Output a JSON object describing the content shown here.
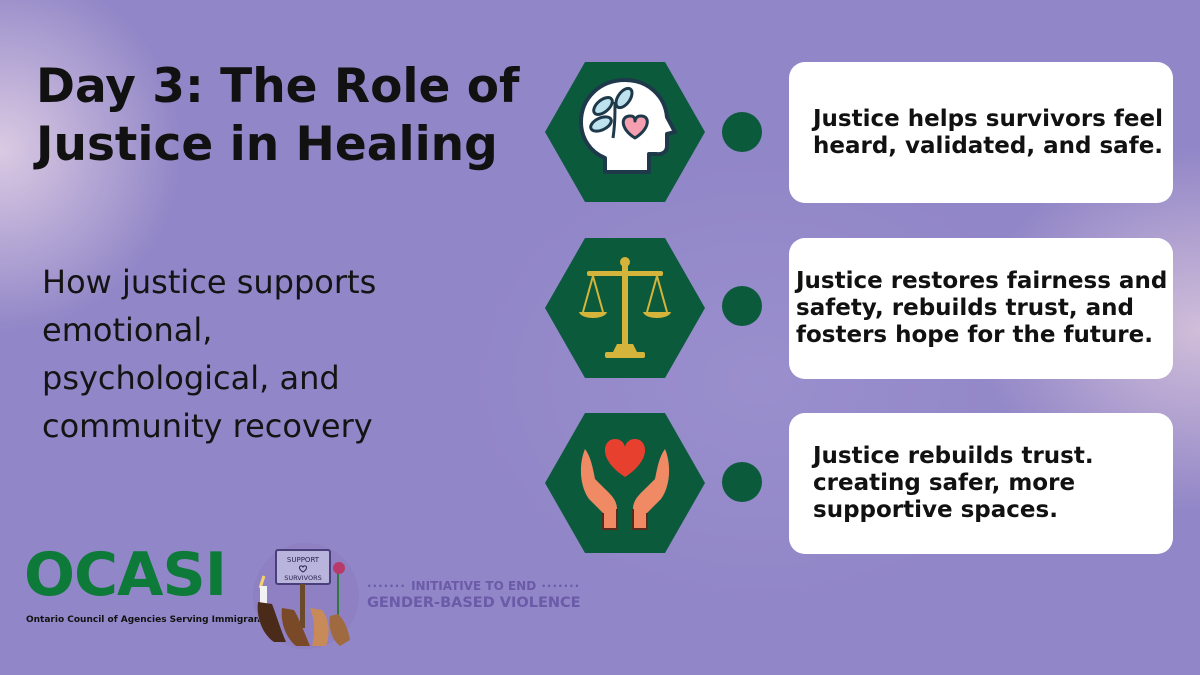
{
  "header": {
    "title": "Day 3: The Role of Justice in Healing",
    "subtitle": "How justice supports emotional, psychological, and community recovery"
  },
  "items": [
    {
      "icon": "head-heart-leaves-icon",
      "text": "Justice helps survivors feel heard, validated, and safe."
    },
    {
      "icon": "scales-of-justice-icon",
      "text": "Justice restores fairness and safety, rebuilds trust, and fosters hope for the future."
    },
    {
      "icon": "hands-holding-heart-icon",
      "text": "Justice rebuilds trust. creating safer, more supportive spaces."
    }
  ],
  "footer": {
    "org_name": "OCASI",
    "org_full_name": "Ontario Council of Agencies Serving Immigrants",
    "badge_sign_line1": "SUPPORT",
    "badge_sign_line2": "SURVIVORS",
    "initiative_line1": "INITIATIVE TO END",
    "initiative_line2": "GENDER-BASED VIOLENCE"
  },
  "colors": {
    "background": "#9186c7",
    "accent_green": "#0c5a3c",
    "logo_green": "#0e7a3a",
    "initiative_purple": "#6a5aa8",
    "card": "#ffffff"
  }
}
